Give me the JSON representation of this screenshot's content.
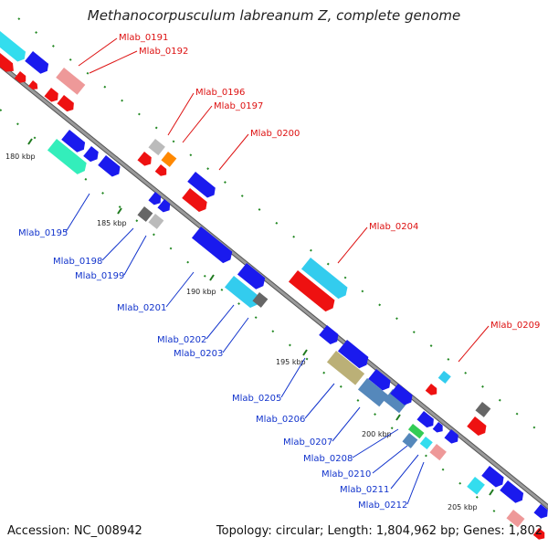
{
  "title": "Methanocorpusculum labreanum Z, complete genome",
  "footer": {
    "accession": "Accession: NC_008942",
    "topology": "Topology: circular; Length: 1,804,962 bp; Genes: 1,802"
  },
  "ticks": [
    "180 kbp",
    "185 kbp",
    "190 kbp",
    "195 kbp",
    "200 kbp",
    "205 kbp"
  ],
  "labels_red": [
    "Mlab_0191",
    "Mlab_0192",
    "Mlab_0196",
    "Mlab_0197",
    "Mlab_0200",
    "Mlab_0204",
    "Mlab_0209"
  ],
  "labels_blue": [
    "Mlab_0195",
    "Mlab_0198",
    "Mlab_0199",
    "Mlab_0201",
    "Mlab_0202",
    "Mlab_0203",
    "Mlab_0205",
    "Mlab_0206",
    "Mlab_0207",
    "Mlab_0208",
    "Mlab_0210",
    "Mlab_0211",
    "Mlab_0212"
  ],
  "colors": {
    "backbone": "#8c8c8c",
    "forward_label": "#dd1111",
    "reverse_label": "#1133cc",
    "gene_blue": "#1a1aee",
    "gene_red": "#ee1111",
    "gene_cyan": "#33ccee",
    "gene_pink": "#ee9999",
    "gene_green": "#33ee99",
    "gene_gray": "#bbbbbb",
    "gene_darkgray": "#666666",
    "gene_orange": "#ff8800",
    "gene_olive": "#bbb077",
    "gene_steel": "#5588bb",
    "tick_mark": "#228822"
  }
}
